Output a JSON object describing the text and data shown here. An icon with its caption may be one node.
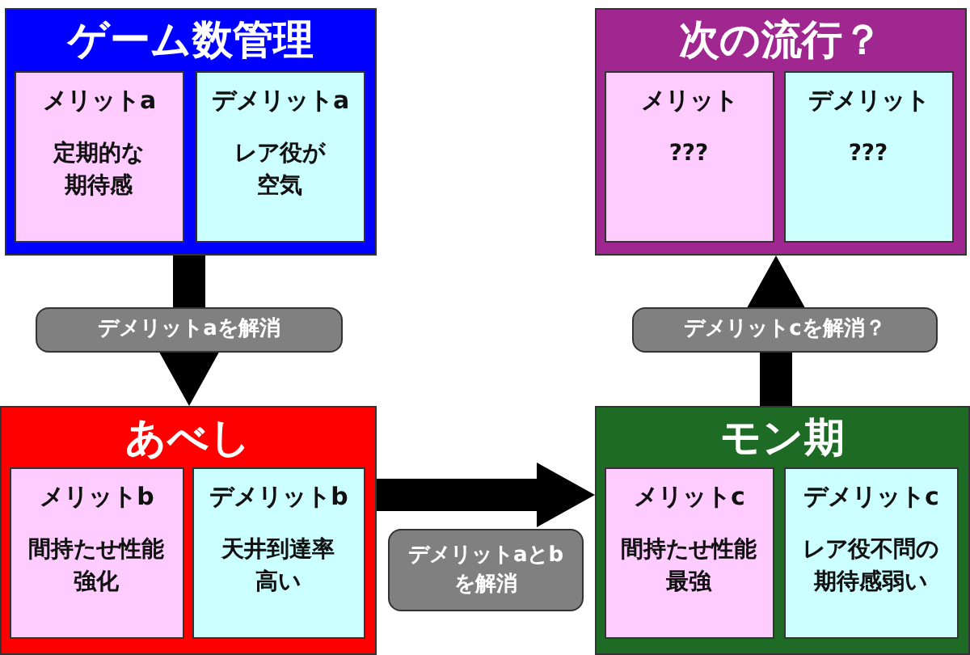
{
  "diagram": {
    "nodes": [
      {
        "text": [
          "ゲーム数管理"
        ]
      },
      {
        "text": [
          "メリットa",
          "定期的な期待感"
        ],
        "in": 0
      },
      {
        "text": [
          "デメリットa",
          "レア役が空気"
        ],
        "in": 0
      },
      {
        "text": [
          "次の流行？"
        ]
      },
      {
        "text": [
          "メリット",
          "???"
        ],
        "in": 3
      },
      {
        "text": [
          "デメリット",
          "???"
        ],
        "in": 3
      },
      {
        "text": [
          "あべし"
        ]
      },
      {
        "text": [
          "メリットb",
          "間持たせ性能強化"
        ],
        "in": 6
      },
      {
        "text": [
          "デメリットb",
          "天井到達率高い"
        ],
        "in": 6
      },
      {
        "text": [
          "モン期"
        ]
      },
      {
        "text": [
          "メリットc",
          "間持たせ性能最強"
        ],
        "in": 9
      },
      {
        "text": [
          "デメリットc",
          "レア役不問の期待感弱い"
        ],
        "in": 9
      }
    ],
    "edges": [
      {
        "from": 0,
        "to": 6,
        "arrow": "to",
        "label": "デメリットaを解消"
      },
      {
        "from": 6,
        "to": 9,
        "arrow": "to",
        "label": "デメリットaとbを解消"
      },
      {
        "from": 9,
        "to": 3,
        "arrow": "to",
        "label": "デメリットcを解消？"
      }
    ]
  }
}
